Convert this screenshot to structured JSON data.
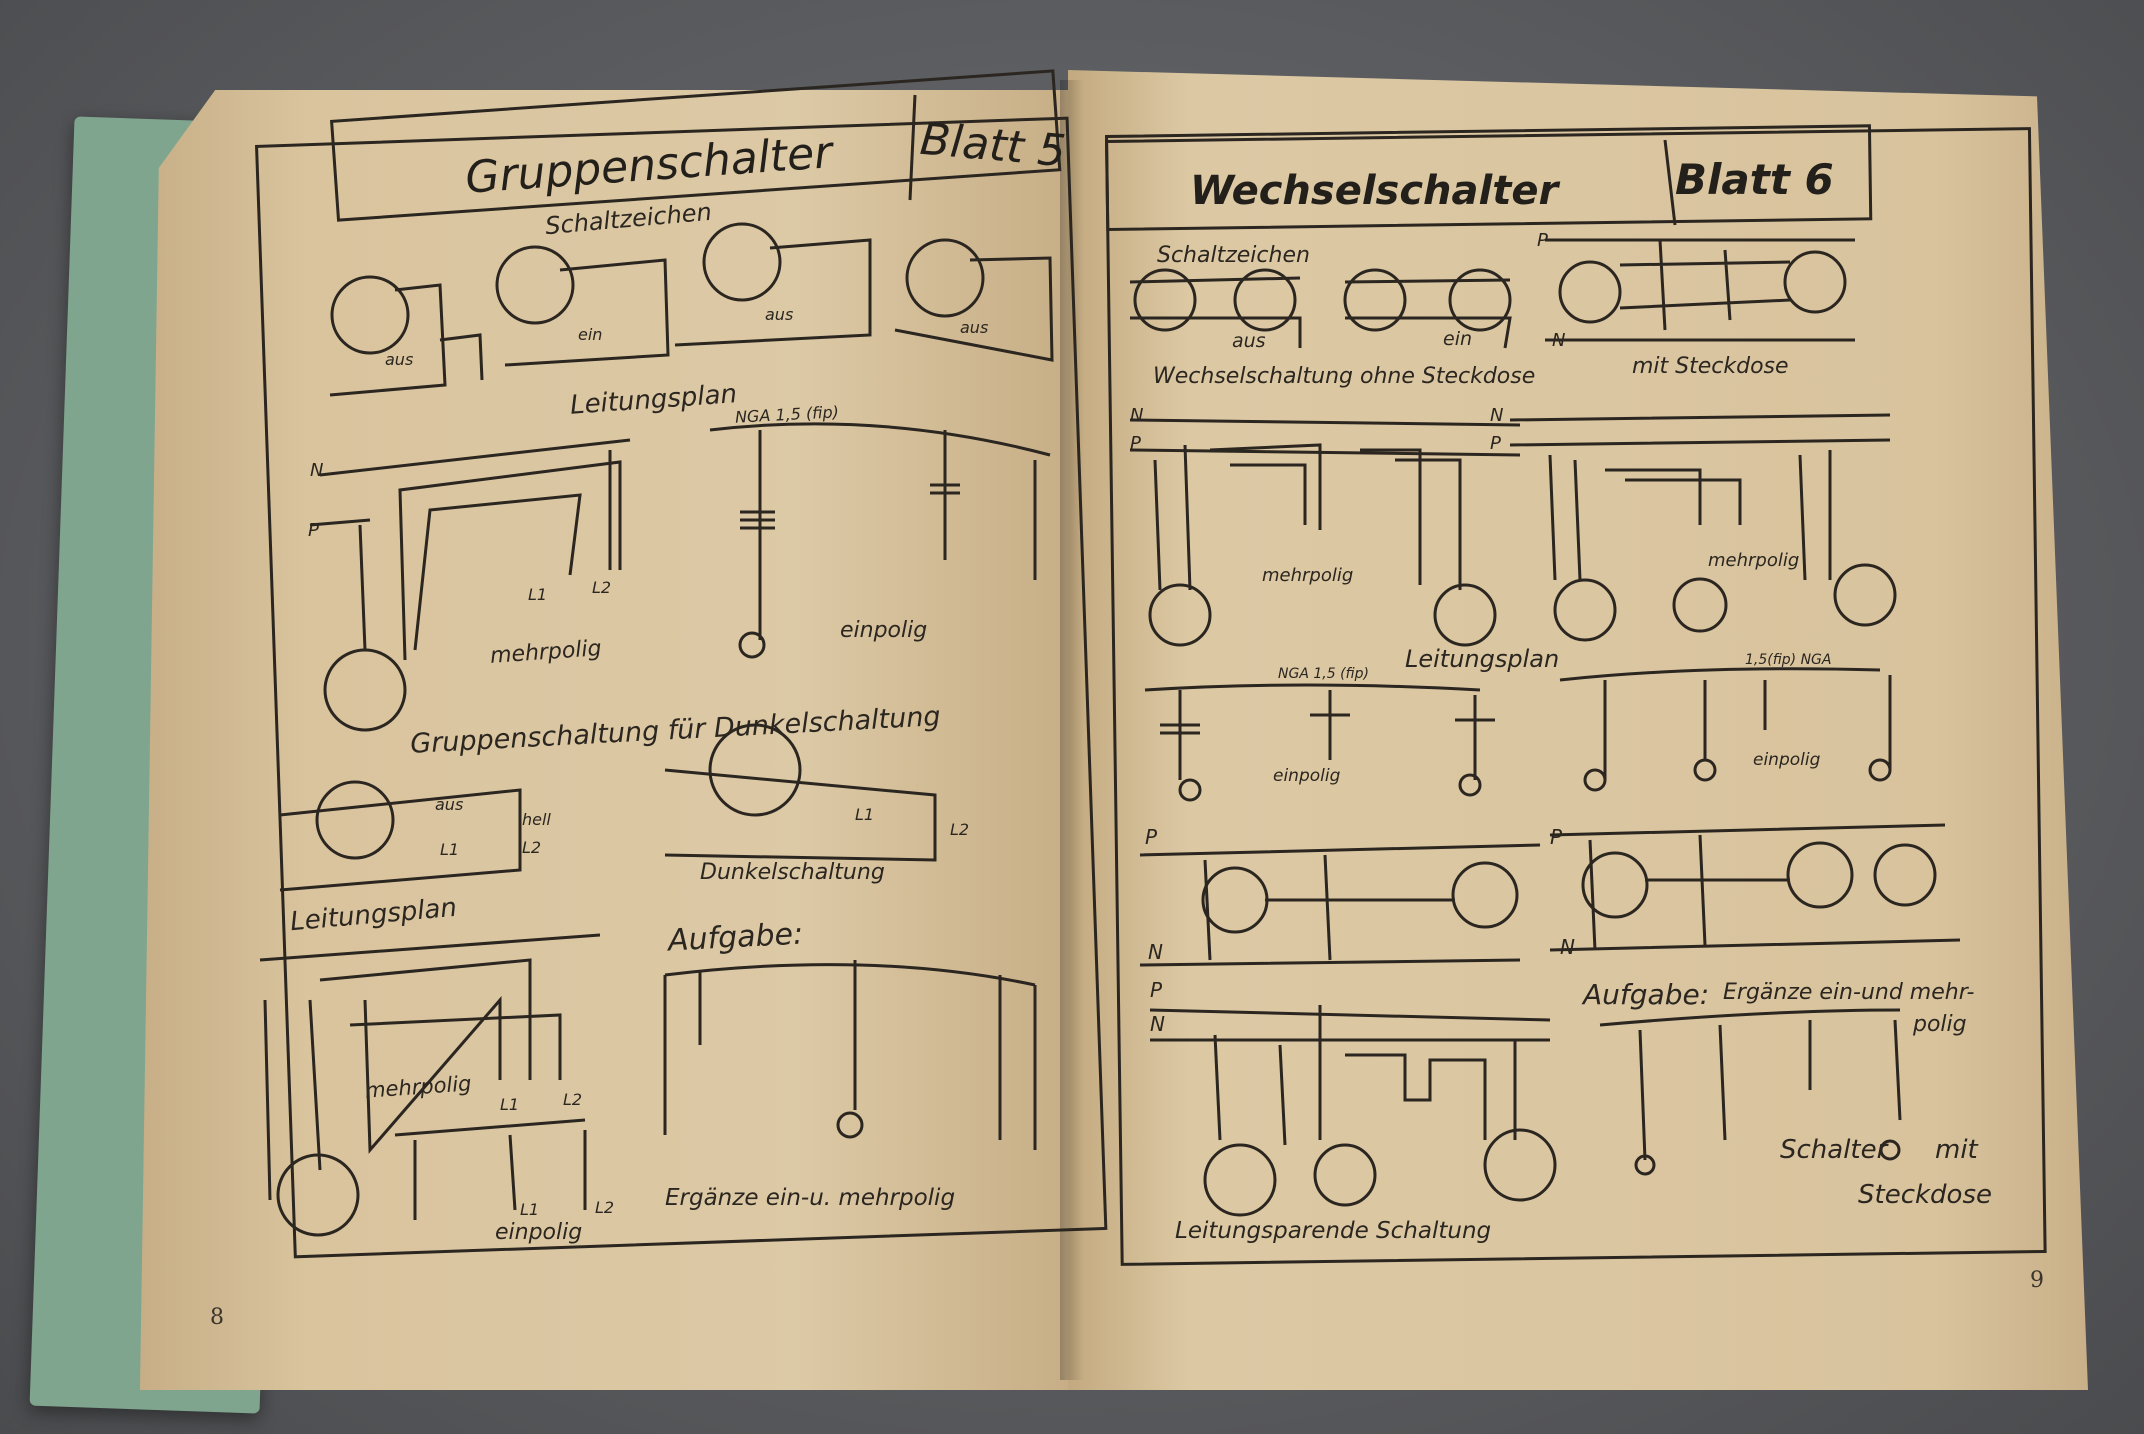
{
  "left_page": {
    "title": "Gruppenschalter",
    "sheet": "Blatt 5",
    "page_number": "8",
    "labels": {
      "schaltzeichen": "Schaltzeichen",
      "aus": "aus",
      "ein": "ein",
      "leitungsplan": "Leitungsplan",
      "nga": "NGA 1,5 (fip)",
      "n": "N",
      "p": "P",
      "l1": "L1",
      "l2": "L2",
      "mehrpolig": "mehrpolig",
      "einpolig": "einpolig",
      "gruppen_dunkel": "Gruppenschaltung  für Dunkelschaltung",
      "hell": "hell",
      "dunkelschaltung": "Dunkelschaltung",
      "aufgabe": "Aufgabe:",
      "ergaenze": "Ergänze  ein-u. mehrpolig"
    }
  },
  "right_page": {
    "title": "Wechselschalter",
    "sheet": "Blatt 6",
    "page_number": "9",
    "labels": {
      "schaltzeichen": "Schaltzeichen",
      "aus": "aus",
      "ein": "ein",
      "ohne_steckdose": "Wechselschaltung ohne Steckdose",
      "mit_steckdose": "mit Steckdose",
      "n": "N",
      "p": "P",
      "mehrpolig": "mehrpolig",
      "leitungsplan": "Leitungsplan",
      "nga": "NGA 1,5 (fip)",
      "nga_right": "1,5(fip)  NGA",
      "einpolig": "einpolig",
      "leitungsparende": "Leitungsparende Schaltung",
      "aufgabe": "Aufgabe:",
      "aufgabe_text1": "Ergänze ein-und mehr-",
      "aufgabe_text2": "polig",
      "schalter": "Schalter",
      "mit": "mit",
      "steckdose": "Steckdose"
    }
  }
}
